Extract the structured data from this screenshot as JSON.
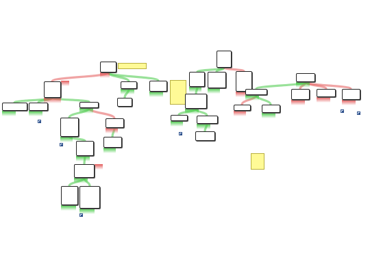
{
  "colors": {
    "positive": "#46c846",
    "negative": "#e35a5a",
    "note": "#fffa96",
    "border": "#222222"
  },
  "nodes": [
    {
      "id": "n1",
      "text": "",
      "kind": "node"
    },
    {
      "id": "n2",
      "text": "",
      "kind": "note"
    },
    {
      "id": "n3",
      "text": "",
      "kind": "node"
    },
    {
      "id": "n4",
      "text": "",
      "kind": "node"
    },
    {
      "id": "n5",
      "text": "",
      "kind": "node"
    },
    {
      "id": "n6",
      "text": "",
      "kind": "node"
    },
    {
      "id": "n7",
      "text": "",
      "kind": "node"
    },
    {
      "id": "n8",
      "text": "",
      "kind": "node"
    },
    {
      "id": "n9",
      "text": "",
      "kind": "node"
    },
    {
      "id": "n10",
      "text": "",
      "kind": "node"
    },
    {
      "id": "n11",
      "text": "",
      "kind": "node"
    },
    {
      "id": "n12",
      "text": "",
      "kind": "node"
    },
    {
      "id": "n13",
      "text": "",
      "kind": "node"
    },
    {
      "id": "n14",
      "text": "",
      "kind": "node"
    },
    {
      "id": "n15",
      "text": "",
      "kind": "node"
    },
    {
      "id": "n16",
      "text": "",
      "kind": "node"
    },
    {
      "id": "n17",
      "text": "",
      "kind": "node"
    },
    {
      "id": "n18",
      "text": "",
      "kind": "node"
    },
    {
      "id": "n19",
      "text": "",
      "kind": "node"
    },
    {
      "id": "n20",
      "text": "",
      "kind": "note"
    },
    {
      "id": "n21",
      "text": "",
      "kind": "node"
    },
    {
      "id": "n22",
      "text": "",
      "kind": "node"
    },
    {
      "id": "n23",
      "text": "",
      "kind": "node"
    },
    {
      "id": "n24",
      "text": "",
      "kind": "node"
    },
    {
      "id": "n25",
      "text": "",
      "kind": "node"
    },
    {
      "id": "n26",
      "text": "",
      "kind": "node"
    },
    {
      "id": "n27",
      "text": "",
      "kind": "node"
    },
    {
      "id": "n28",
      "text": "",
      "kind": "node"
    },
    {
      "id": "n29",
      "text": "",
      "kind": "node"
    },
    {
      "id": "n30",
      "text": "",
      "kind": "node"
    },
    {
      "id": "n31",
      "text": "",
      "kind": "node"
    },
    {
      "id": "n32",
      "text": "",
      "kind": "node"
    },
    {
      "id": "n33",
      "text": "",
      "kind": "node"
    },
    {
      "id": "n34",
      "text": "",
      "kind": "node"
    },
    {
      "id": "n35",
      "text": "",
      "kind": "note"
    }
  ],
  "captions": [
    {
      "id": "c1",
      "text": ""
    },
    {
      "id": "c2",
      "text": ""
    },
    {
      "id": "c3",
      "text": ""
    },
    {
      "id": "c4",
      "text": ""
    },
    {
      "id": "c5",
      "text": ""
    },
    {
      "id": "c6",
      "text": ""
    }
  ],
  "icons": [
    {
      "id": "i1",
      "name": "document-icon"
    },
    {
      "id": "i2",
      "name": "document-icon"
    },
    {
      "id": "i3",
      "name": "document-icon"
    },
    {
      "id": "i4",
      "name": "document-icon"
    },
    {
      "id": "i5",
      "name": "document-icon"
    },
    {
      "id": "i6",
      "name": "document-icon"
    }
  ]
}
